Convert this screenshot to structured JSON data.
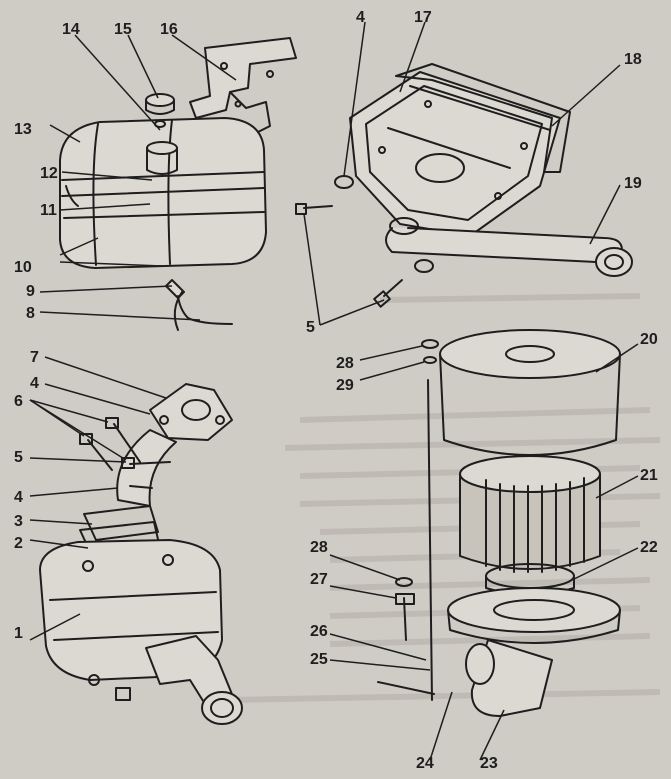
{
  "callouts": [
    {
      "id": "c1",
      "text": "1"
    },
    {
      "id": "c2",
      "text": "2"
    },
    {
      "id": "c3",
      "text": "3"
    },
    {
      "id": "c4a",
      "text": "4"
    },
    {
      "id": "c4b",
      "text": "4"
    },
    {
      "id": "c4c",
      "text": "4"
    },
    {
      "id": "c5a",
      "text": "5"
    },
    {
      "id": "c5b",
      "text": "5"
    },
    {
      "id": "c6",
      "text": "6"
    },
    {
      "id": "c7",
      "text": "7"
    },
    {
      "id": "c8",
      "text": "8"
    },
    {
      "id": "c9",
      "text": "9"
    },
    {
      "id": "c10",
      "text": "10"
    },
    {
      "id": "c11",
      "text": "11"
    },
    {
      "id": "c12",
      "text": "12"
    },
    {
      "id": "c13",
      "text": "13"
    },
    {
      "id": "c14",
      "text": "14"
    },
    {
      "id": "c15",
      "text": "15"
    },
    {
      "id": "c16",
      "text": "16"
    },
    {
      "id": "c17",
      "text": "17"
    },
    {
      "id": "c18",
      "text": "18"
    },
    {
      "id": "c19",
      "text": "19"
    },
    {
      "id": "c20",
      "text": "20"
    },
    {
      "id": "c21",
      "text": "21"
    },
    {
      "id": "c22",
      "text": "22"
    },
    {
      "id": "c23",
      "text": "23"
    },
    {
      "id": "c24",
      "text": "24"
    },
    {
      "id": "c25",
      "text": "25"
    },
    {
      "id": "c26",
      "text": "26"
    },
    {
      "id": "c27",
      "text": "27"
    },
    {
      "id": "c28a",
      "text": "28"
    },
    {
      "id": "c28b",
      "text": "28"
    },
    {
      "id": "c29",
      "text": "29"
    }
  ],
  "colors": {
    "paper": "#cfccc6",
    "ink": "#1e1e1e",
    "bleed": "#a9a49c"
  }
}
